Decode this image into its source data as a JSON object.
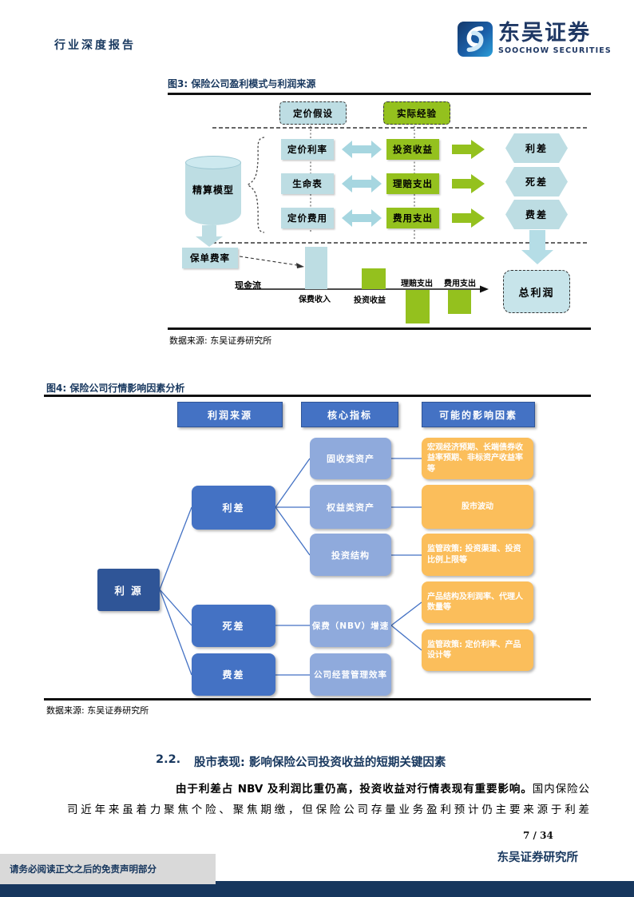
{
  "header": {
    "report_type": "行业深度报告",
    "brand_cn": "东吴证券",
    "brand_en": "SOOCHOW SECURITIES"
  },
  "fig3": {
    "title": "图3: 保险公司盈利模式与利润来源",
    "source": "数据来源: 东吴证券研究所",
    "pricing_assumption": "定价假设",
    "actual_experience": "实际经验",
    "actuarial_model": "精算模型",
    "pricing_rate": "定价利率",
    "life_table": "生命表",
    "pricing_expense": "定价费用",
    "investment_income": "投资收益",
    "claims_payment": "理赔支出",
    "expense_payment": "费用支出",
    "interest_spread": "利差",
    "mortality_spread": "死差",
    "expense_spread": "费差",
    "policy_rate": "保单费率",
    "cash_flow": "现金流",
    "bar_labels": {
      "premium_income": "保费收入",
      "investment_income": "投资收益",
      "claims": "理赔支出",
      "expense": "费用支出"
    },
    "total_profit": "总利润"
  },
  "fig4": {
    "title": "图4: 保险公司行情影响因素分析",
    "source": "数据来源: 东吴证券研究所",
    "headers": [
      "利润来源",
      "核心指标",
      "可能的影响因素"
    ],
    "root": "利 源",
    "spreads": [
      "利差",
      "死差",
      "费差"
    ],
    "indicators": [
      "固收类资产",
      "权益类资产",
      "投资结构",
      "保费（NBV）增速",
      "公司经营管理效率"
    ],
    "factors": [
      "宏观经济预期、长端债券收益率预期、非标资产收益率等",
      "股市波动",
      "监管政策: 投资渠道、投资比例上限等",
      "产品结构及利润率、代理人数量等",
      "监管政策: 定价利率、产品设计等"
    ]
  },
  "section": {
    "number": "2.2.",
    "title": "股市表现: 影响保险公司投资收益的短期关键因素",
    "para_bold": "由于利差占 NBV 及利润比重仍高，投资收益对行情表现有重要影响。",
    "para_line1_rest": "国内保险公",
    "para_line2": "司近年来虽着力聚焦个险、聚焦期缴，但保险公司存量业务盈利预计仍主要来源于利差"
  },
  "footer": {
    "page": "7 / 34",
    "institute": "东吴证券研究所",
    "disclaimer": "请务必阅读正文之后的免责声明部分"
  },
  "colors": {
    "navy": "#17375e",
    "node_dark_blue": "#4472c4",
    "node_root_blue": "#2f5597",
    "node_mid_blue": "#8faadc",
    "node_orange": "#fbbe5b",
    "node_cyan": "#bddde3",
    "node_green": "#94c11e"
  }
}
